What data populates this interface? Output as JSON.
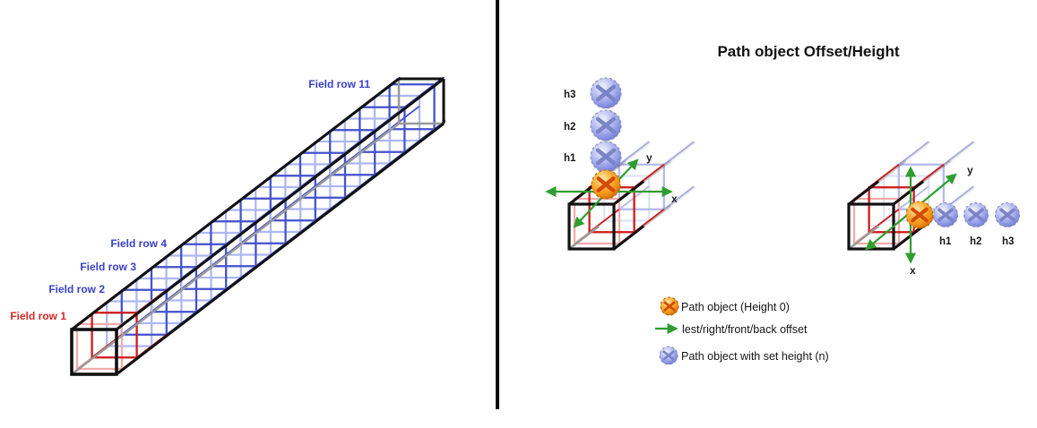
{
  "left_panel": {
    "labels": {
      "row1": "Field row 1",
      "row2": "Field row 2",
      "row3": "Field row 3",
      "row4": "Field row 4",
      "row11": "Field row 11"
    }
  },
  "right_panel": {
    "title": "Path object Offset/Height",
    "stack_diagram": {
      "h1": "h1",
      "h2": "h2",
      "h3": "h3",
      "axis_x": "x",
      "axis_y": "y"
    },
    "row_diagram": {
      "h1": "h1",
      "h2": "h2",
      "h3": "h3",
      "axis_x": "x",
      "axis_y": "y"
    },
    "legend": {
      "path_object": {
        "icon": "path-object-sphere-icon",
        "label": "Path object (Height 0)"
      },
      "offset": {
        "icon": "offset-arrow-icon",
        "label": "lest/right/front/back offset"
      },
      "height_object": {
        "icon": "height-sphere-icon",
        "label": "Path object with set height (n)"
      }
    }
  },
  "colors": {
    "field_row_blue": "#3a41c6",
    "field_row_red": "#d42a2a",
    "wire_blue": "#4553cc",
    "wire_blue_light": "#aeb8f2",
    "wire_red": "#cc1b1b",
    "wire_red_light": "#f2abab",
    "outline_black": "#111111",
    "inner_gray": "#999999",
    "arrow_green": "#2f9e2f",
    "sphere_orange": "#f59d1e",
    "sphere_blue": "#99a2e8"
  }
}
